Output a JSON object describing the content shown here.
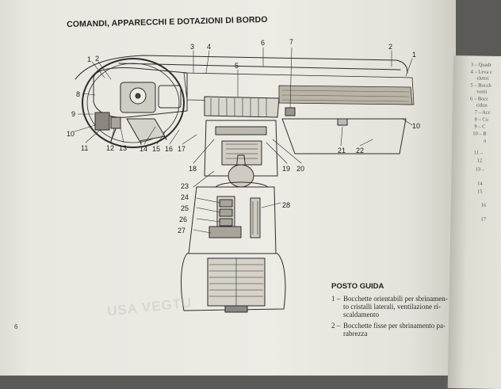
{
  "page": {
    "title": "COMANDI, APPARECCHI E DOTAZIONI DI BORDO",
    "page_number": "6",
    "watermark": "USA VEGTU"
  },
  "callouts": [
    {
      "id": "c1a",
      "label": "1"
    },
    {
      "id": "c2a",
      "label": "2"
    },
    {
      "id": "c3",
      "label": "3"
    },
    {
      "id": "c4",
      "label": "4"
    },
    {
      "id": "c5",
      "label": "5"
    },
    {
      "id": "c6",
      "label": "6"
    },
    {
      "id": "c7",
      "label": "7"
    },
    {
      "id": "c2b",
      "label": "2"
    },
    {
      "id": "c1b",
      "label": "1"
    },
    {
      "id": "c8",
      "label": "8"
    },
    {
      "id": "c9",
      "label": "9"
    },
    {
      "id": "c10a",
      "label": "10"
    },
    {
      "id": "c10b",
      "label": "10"
    },
    {
      "id": "c11",
      "label": "11"
    },
    {
      "id": "c12",
      "label": "12"
    },
    {
      "id": "c13",
      "label": "13"
    },
    {
      "id": "c14",
      "label": "14"
    },
    {
      "id": "c15",
      "label": "15"
    },
    {
      "id": "c16",
      "label": "16"
    },
    {
      "id": "c17",
      "label": "17"
    },
    {
      "id": "c18",
      "label": "18"
    },
    {
      "id": "c19",
      "label": "19"
    },
    {
      "id": "c20",
      "label": "20"
    },
    {
      "id": "c21",
      "label": "21"
    },
    {
      "id": "c22",
      "label": "22"
    },
    {
      "id": "c23",
      "label": "23"
    },
    {
      "id": "c24",
      "label": "24"
    },
    {
      "id": "c25",
      "label": "25"
    },
    {
      "id": "c26",
      "label": "26"
    },
    {
      "id": "c27",
      "label": "27"
    },
    {
      "id": "c28",
      "label": "28"
    }
  ],
  "legend": {
    "heading": "POSTO GUIDA",
    "items": [
      {
        "num": "1 –",
        "lines": [
          "Bocchette orientabili per sbrinamen-",
          "to cristalli laterali, ventilazione ri-",
          "scaldamento"
        ]
      },
      {
        "num": "2 –",
        "lines": [
          "Bocchette fisse per sbrinamento pa-",
          "rabrezza"
        ]
      }
    ]
  },
  "right_page": {
    "lines": [
      "3 – Quadr",
      "4 – Leva c",
      "elettri",
      "5 – Bocch",
      "venti",
      "6 – Bocc",
      "ridon",
      "7 – Acc",
      "8 – Co",
      "9 – C",
      "10 – B",
      "n",
      "11 –",
      "12",
      "13 –",
      "14",
      "15",
      "16",
      "17"
    ]
  }
}
